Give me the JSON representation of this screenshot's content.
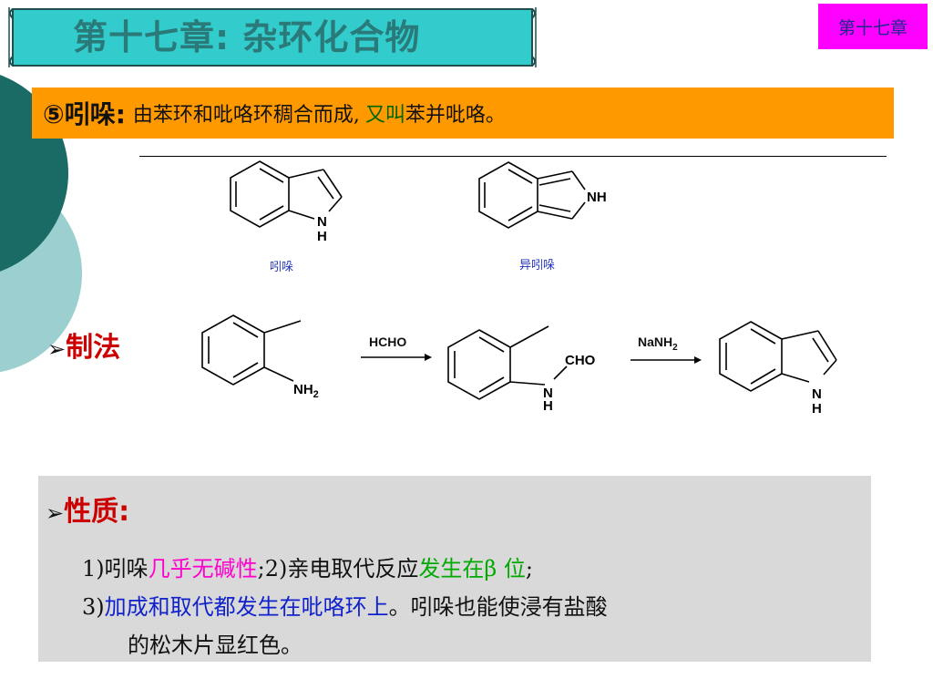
{
  "header": {
    "title": "第十七章: 杂环化合物",
    "chapter_badge": "第十七章"
  },
  "banner": {
    "heading": "⑤吲哚:",
    "text": "由苯环和吡咯环稠合而成,",
    "green_text": "又叫",
    "tail_text": "苯并吡咯。"
  },
  "structures": {
    "indole_caption": "吲哚",
    "isoindole_caption": "异吲哚",
    "indole_n": "N",
    "indole_h": "H",
    "isoindole_nh": "NH"
  },
  "preparation": {
    "label": "制法",
    "bullet": "➢",
    "start_group": "NH",
    "start_sub": "2",
    "reagent1": "HCHO",
    "mid_group": "CHO",
    "mid_n": "N",
    "mid_h": "H",
    "reagent2": "NaNH",
    "reagent2_sub": "2",
    "product_n": "N",
    "product_h": "H"
  },
  "properties": {
    "label": "性质",
    "colon": ":",
    "bullet": "➢",
    "line1": {
      "a": "1)吲哚",
      "b": "几乎无碱性",
      "c": ";2)亲电取代反应",
      "d": "发生在β 位",
      "e": ";"
    },
    "line2": {
      "a": "3)",
      "b": "加成和取代都发生在吡咯环上",
      "c": "。吲哚也能使浸有盐酸"
    },
    "line3": {
      "a": "的松木片显红色。"
    }
  },
  "colors": {
    "banner": "#ff9900",
    "badge": "#ff00ff",
    "props_bg": "#d9d9d9",
    "teal_dark": "#1a6b66",
    "teal_light": "#7fc0c0",
    "scroll": "#33cccc"
  }
}
